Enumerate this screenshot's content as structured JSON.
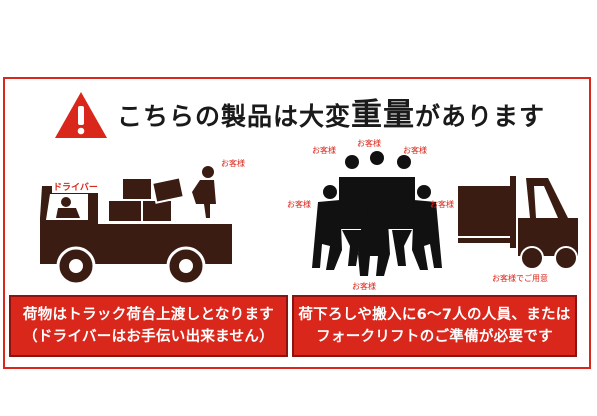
{
  "header": {
    "title_part1": "こちらの製品は大変",
    "title_emph": "重量",
    "title_part2": "があります",
    "icon": "warning-triangle-icon"
  },
  "illustrations": {
    "truck": {
      "driver_label": "ドライバー",
      "customer_label": "お客様"
    },
    "carry": {
      "labels": [
        "お客様",
        "お客様",
        "お客様",
        "お客様",
        "お客様",
        "お客様"
      ]
    },
    "forklift": {
      "label": "お客様でご用意"
    }
  },
  "notices": {
    "left": {
      "line1": "荷物はトラック荷台上渡しとなります",
      "line2": "（ドライバーはお手伝い出来ません）"
    },
    "right": {
      "line1": "荷下ろしや搬入に6～7人の人員、または",
      "line2": "フォークリフトのご準備が必要です"
    }
  },
  "colors": {
    "accent_red": "#d9271c",
    "dark_brown": "#3b1c12",
    "text": "#1a1a1a"
  }
}
